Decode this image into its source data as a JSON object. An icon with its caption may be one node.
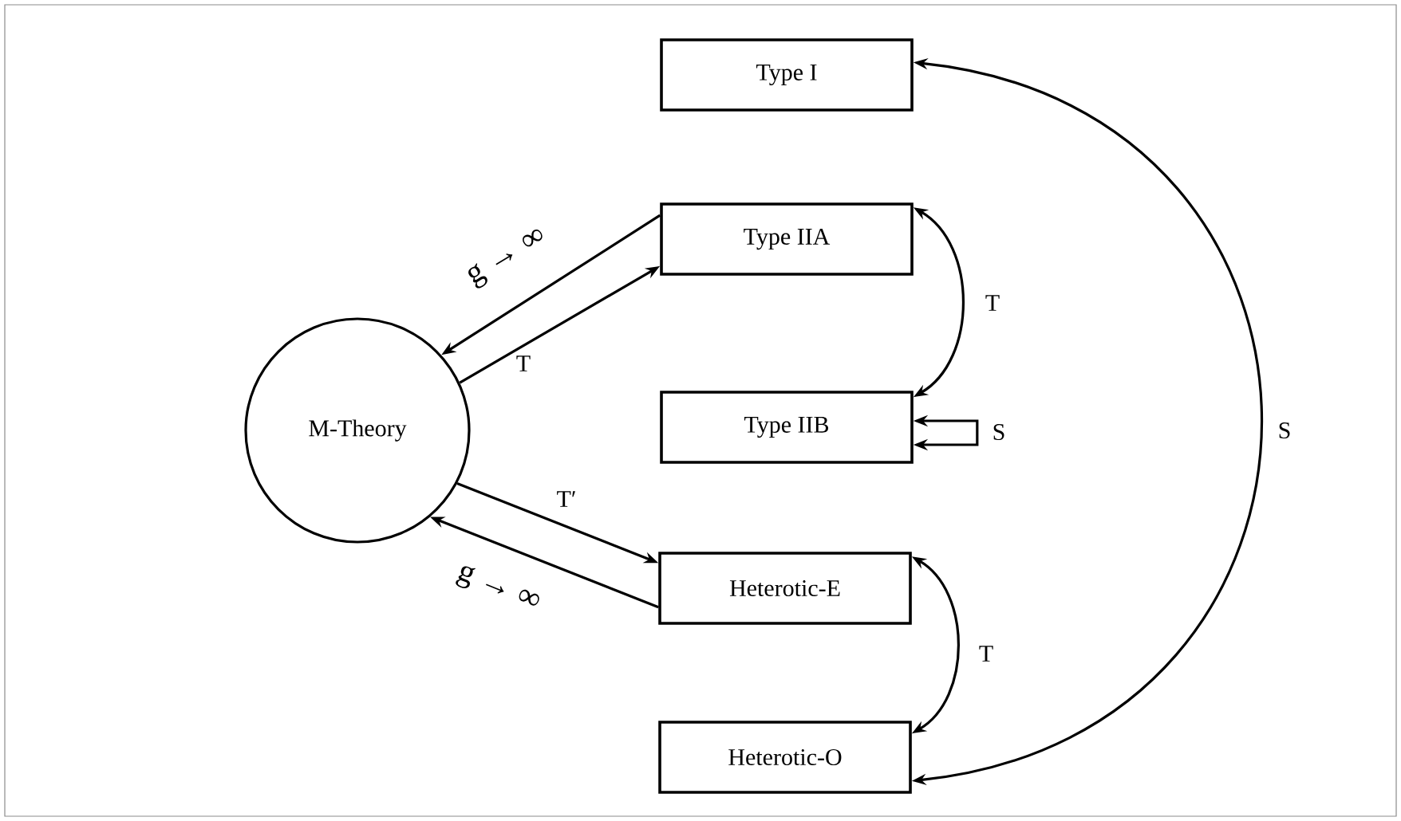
{
  "diagram": {
    "nodes": [
      {
        "text": [
          "M-Theory"
        ]
      },
      {
        "text": [
          "Type I"
        ]
      },
      {
        "text": [
          "Type IIA"
        ]
      },
      {
        "text": [
          "Type IIB"
        ]
      },
      {
        "text": [
          "Heterotic-E"
        ]
      },
      {
        "text": [
          "Heterotic-O"
        ]
      }
    ],
    "edges": [
      {
        "from": 2,
        "to": 0,
        "arrow": "to",
        "label": "g → ∞"
      },
      {
        "from": 0,
        "to": 2,
        "arrow": "to",
        "label": "T"
      },
      {
        "from": 0,
        "to": 4,
        "arrow": "to",
        "label": "T′"
      },
      {
        "from": 4,
        "to": 0,
        "arrow": "to",
        "label": "g → ∞"
      },
      {
        "from": 2,
        "to": 3,
        "arrow": "both",
        "label": "T"
      },
      {
        "from": 3,
        "to": 3,
        "arrow": "both",
        "label": "S"
      },
      {
        "from": 4,
        "to": 5,
        "arrow": "both",
        "label": "T"
      },
      {
        "from": 1,
        "to": 5,
        "arrow": "both",
        "label": "S"
      }
    ]
  }
}
